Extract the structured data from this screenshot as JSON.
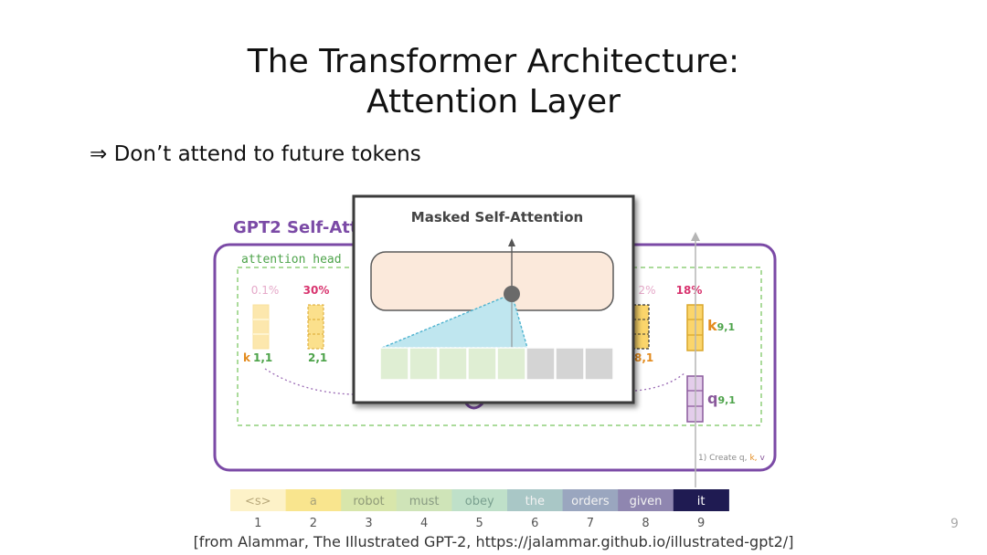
{
  "slide": {
    "title_line1": "The Transformer Architecture:",
    "title_line2": "Attention Layer",
    "bullet": "⇒ Don’t attend to future tokens",
    "page_number": "9",
    "citation": "[from Alammar, The Illustrated GPT-2, https://jalammar.github.io/illustrated-gpt2/]"
  },
  "diagram": {
    "frame_title": "GPT2 Self-Att",
    "head_label": "attention head",
    "overlay_title": "Masked Self-Attention",
    "create_note_prefix": "1) Create q,",
    "create_note_k": "k,",
    "create_note_v": "v",
    "key_labels": {
      "k1_letter": "k",
      "k1_idx": "1,1",
      "k2_idx": "2,1",
      "k8_idx": "8,1",
      "k9_letter": "k",
      "k9_idx": "9,1",
      "q9_letter": "q",
      "q9_idx": "9,1"
    },
    "percents": {
      "p1": "0.1%",
      "p2": "30%",
      "p8": "2%",
      "p9": "18%"
    },
    "tokens": [
      "<s>",
      "a",
      "robot",
      "must",
      "obey",
      "the",
      "orders",
      "given",
      "it"
    ],
    "positions": [
      "1",
      "2",
      "3",
      "4",
      "5",
      "6",
      "7",
      "8",
      "9"
    ],
    "colors": {
      "frame": "#7b4aa6",
      "head_dash": "#8fcf7a",
      "key_fill": "#fbd56b",
      "key_stroke": "#d9a62b",
      "query_fill": "#e3cdea",
      "query_stroke": "#8a5a9c",
      "percent_pink": "#e5a9c9",
      "percent_red": "#d8336e",
      "label_orange": "#e38b1e",
      "label_green": "#4da34a"
    },
    "token_colors": [
      "#fdf2c8",
      "#f9e58e",
      "#d8e6ab",
      "#cfe4b8",
      "#bfe0c9",
      "#a9c7c6",
      "#9aa6bf",
      "#8f86b0",
      "#1f1b52"
    ],
    "token_text_colors": [
      "#b8a87a",
      "#a8a27a",
      "#8f9a78",
      "#889a82",
      "#7aa090",
      "#f2f2f2",
      "#f2f2f2",
      "#f2f2f2",
      "#ffffff"
    ],
    "context_cells": [
      "visible",
      "visible",
      "visible",
      "visible",
      "visible",
      "masked",
      "masked",
      "masked"
    ]
  }
}
